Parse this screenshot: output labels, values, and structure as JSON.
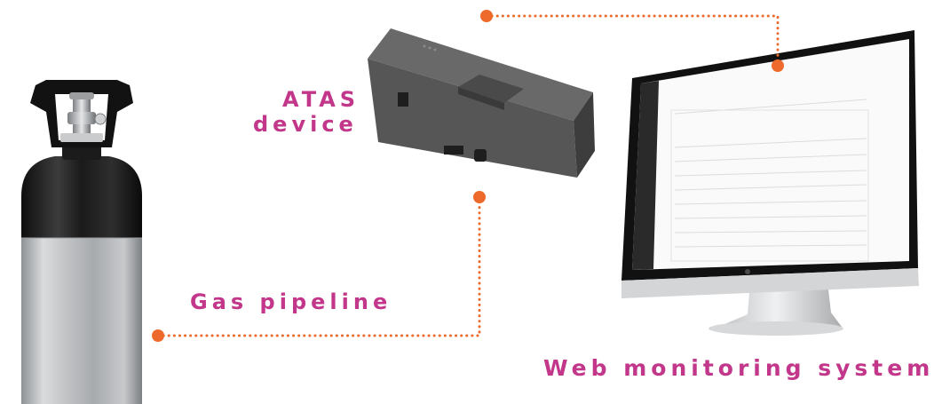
{
  "labels": {
    "atas_line1": "ATAS",
    "atas_line2": "device",
    "gas_pipeline": "Gas pipeline",
    "web_monitoring": "Web monitoring system"
  },
  "colors": {
    "label_text": "#c2378a",
    "connector": "#ee6a2c",
    "device_body": "#5a5a5a",
    "monitor_bezel": "#111111",
    "cylinder_metal": "#b9bcbf",
    "cylinder_top": "#1c1c1c"
  },
  "icons": {
    "cylinder": "gas-cylinder-illustration",
    "device": "atas-device-illustration",
    "monitor": "desktop-monitor-illustration"
  }
}
